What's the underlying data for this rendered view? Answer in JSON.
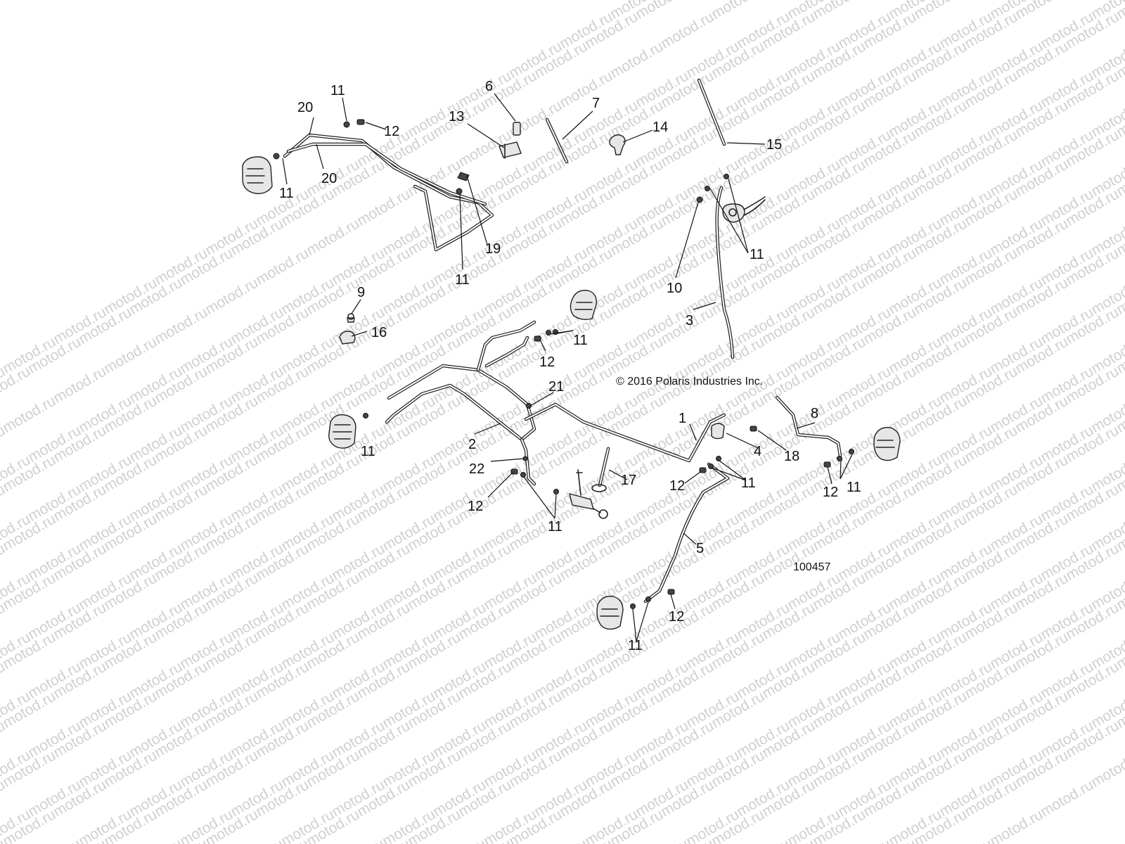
{
  "watermark": {
    "text": "motod.ru"
  },
  "copyright": "© 2016 Polaris Industries Inc.",
  "figure_number": "100457",
  "callouts": [
    {
      "id": "c20a",
      "label": "20"
    },
    {
      "id": "c11a",
      "label": "11"
    },
    {
      "id": "c12a",
      "label": "12"
    },
    {
      "id": "c20b",
      "label": "20"
    },
    {
      "id": "c11b",
      "label": "11"
    },
    {
      "id": "c6",
      "label": "6"
    },
    {
      "id": "c13",
      "label": "13"
    },
    {
      "id": "c7",
      "label": "7"
    },
    {
      "id": "c14",
      "label": "14"
    },
    {
      "id": "c15",
      "label": "15"
    },
    {
      "id": "c19",
      "label": "19"
    },
    {
      "id": "c11c",
      "label": "11"
    },
    {
      "id": "c9",
      "label": "9"
    },
    {
      "id": "c16",
      "label": "16"
    },
    {
      "id": "c11d",
      "label": "11"
    },
    {
      "id": "c10",
      "label": "10"
    },
    {
      "id": "c3",
      "label": "3"
    },
    {
      "id": "c11e",
      "label": "11"
    },
    {
      "id": "c12b",
      "label": "12"
    },
    {
      "id": "c21",
      "label": "21"
    },
    {
      "id": "c1",
      "label": "1"
    },
    {
      "id": "c8",
      "label": "8"
    },
    {
      "id": "c11f",
      "label": "11"
    },
    {
      "id": "c2",
      "label": "2"
    },
    {
      "id": "c4",
      "label": "4"
    },
    {
      "id": "c18",
      "label": "18"
    },
    {
      "id": "c22",
      "label": "22"
    },
    {
      "id": "c17",
      "label": "17"
    },
    {
      "id": "c12c",
      "label": "12"
    },
    {
      "id": "c11g",
      "label": "11"
    },
    {
      "id": "c12d",
      "label": "12"
    },
    {
      "id": "c11h",
      "label": "11"
    },
    {
      "id": "c12e",
      "label": "12"
    },
    {
      "id": "c11i",
      "label": "11"
    },
    {
      "id": "c5",
      "label": "5"
    },
    {
      "id": "c12f",
      "label": "12"
    },
    {
      "id": "c11j",
      "label": "11"
    }
  ]
}
